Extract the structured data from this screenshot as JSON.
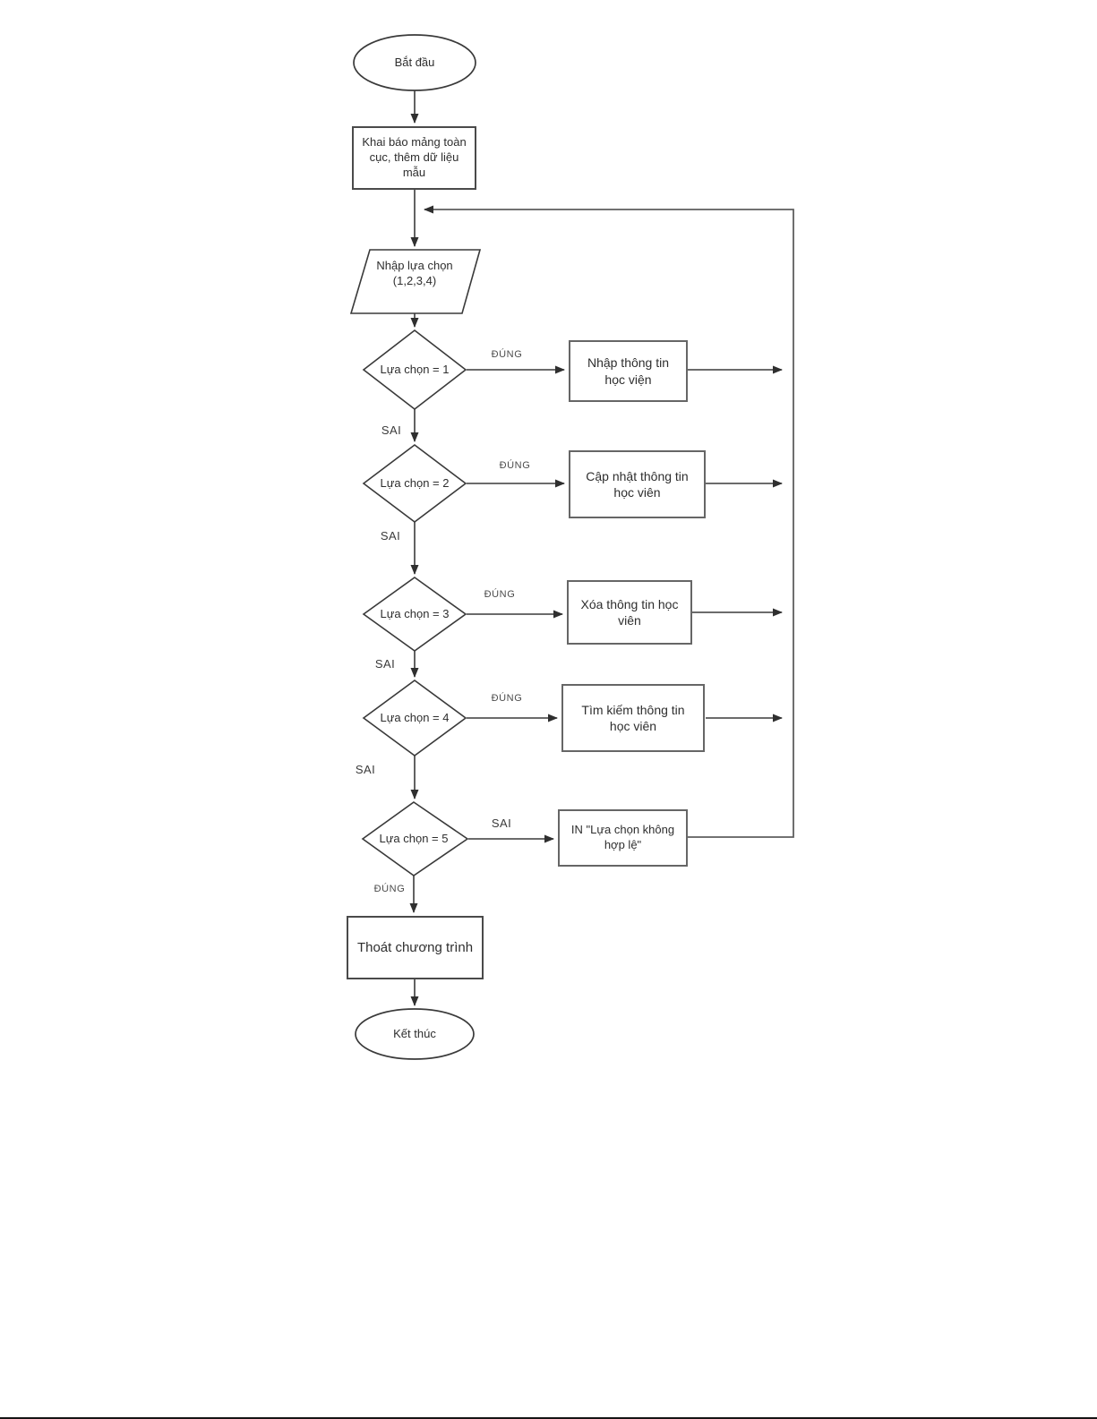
{
  "diagram": {
    "type": "flowchart",
    "language": "vi",
    "labels": {
      "true": "ĐÚNG",
      "false": "SAI"
    },
    "nodes": {
      "start": {
        "type": "terminator",
        "label": "Bắt đầu"
      },
      "declare": {
        "type": "process",
        "label": "Khai báo mảng toàn cục, thêm dữ liệu mẫu"
      },
      "input": {
        "type": "input-output",
        "label": "Nhập lựa chọn (1,2,3,4)"
      },
      "d1": {
        "type": "decision",
        "label": "Lựa chọn = 1"
      },
      "box1": {
        "type": "process",
        "label": "Nhập thông tin học viện"
      },
      "d2": {
        "type": "decision",
        "label": "Lựa chọn = 2"
      },
      "box2": {
        "type": "process",
        "label": "Cập nhật thông tin học viên"
      },
      "d3": {
        "type": "decision",
        "label": "Lựa chọn = 3"
      },
      "box3": {
        "type": "process",
        "label": "Xóa thông tin học viên"
      },
      "d4": {
        "type": "decision",
        "label": "Lựa chọn = 4"
      },
      "box4": {
        "type": "process",
        "label": "Tìm kiếm thông tin học viên"
      },
      "d5": {
        "type": "decision",
        "label": "Lựa chọn = 5"
      },
      "box5": {
        "type": "process",
        "label": "IN \"Lựa chọn không hợp lệ\""
      },
      "exit": {
        "type": "process",
        "label": "Thoát chương trình"
      },
      "end": {
        "type": "terminator",
        "label": "Kết thúc"
      }
    },
    "edges": [
      {
        "from": "start",
        "to": "declare",
        "label": ""
      },
      {
        "from": "declare",
        "to": "input",
        "label": ""
      },
      {
        "from": "input",
        "to": "d1",
        "label": ""
      },
      {
        "from": "d1",
        "to": "box1",
        "label": "ĐÚNG"
      },
      {
        "from": "d1",
        "to": "d2",
        "label": "SAI"
      },
      {
        "from": "d2",
        "to": "box2",
        "label": "ĐÚNG"
      },
      {
        "from": "d2",
        "to": "d3",
        "label": "SAI"
      },
      {
        "from": "d3",
        "to": "box3",
        "label": "ĐÚNG"
      },
      {
        "from": "d3",
        "to": "d4",
        "label": "SAI"
      },
      {
        "from": "d4",
        "to": "box4",
        "label": "ĐÚNG"
      },
      {
        "from": "d4",
        "to": "d5",
        "label": "SAI"
      },
      {
        "from": "d5",
        "to": "box5",
        "label": "SAI"
      },
      {
        "from": "d5",
        "to": "exit",
        "label": "ĐÚNG"
      },
      {
        "from": "box1",
        "to": "input",
        "label": ""
      },
      {
        "from": "box2",
        "to": "input",
        "label": ""
      },
      {
        "from": "box3",
        "to": "input",
        "label": ""
      },
      {
        "from": "box4",
        "to": "input",
        "label": ""
      },
      {
        "from": "box5",
        "to": "input",
        "label": ""
      },
      {
        "from": "exit",
        "to": "end",
        "label": ""
      }
    ],
    "colors": {
      "background": "#ffffff",
      "connector": "#3a3a3a",
      "return_rail": "#5f5f5f",
      "shape_border": "#666666",
      "text": "#2e2e2e",
      "page_rule": "#141414"
    }
  }
}
